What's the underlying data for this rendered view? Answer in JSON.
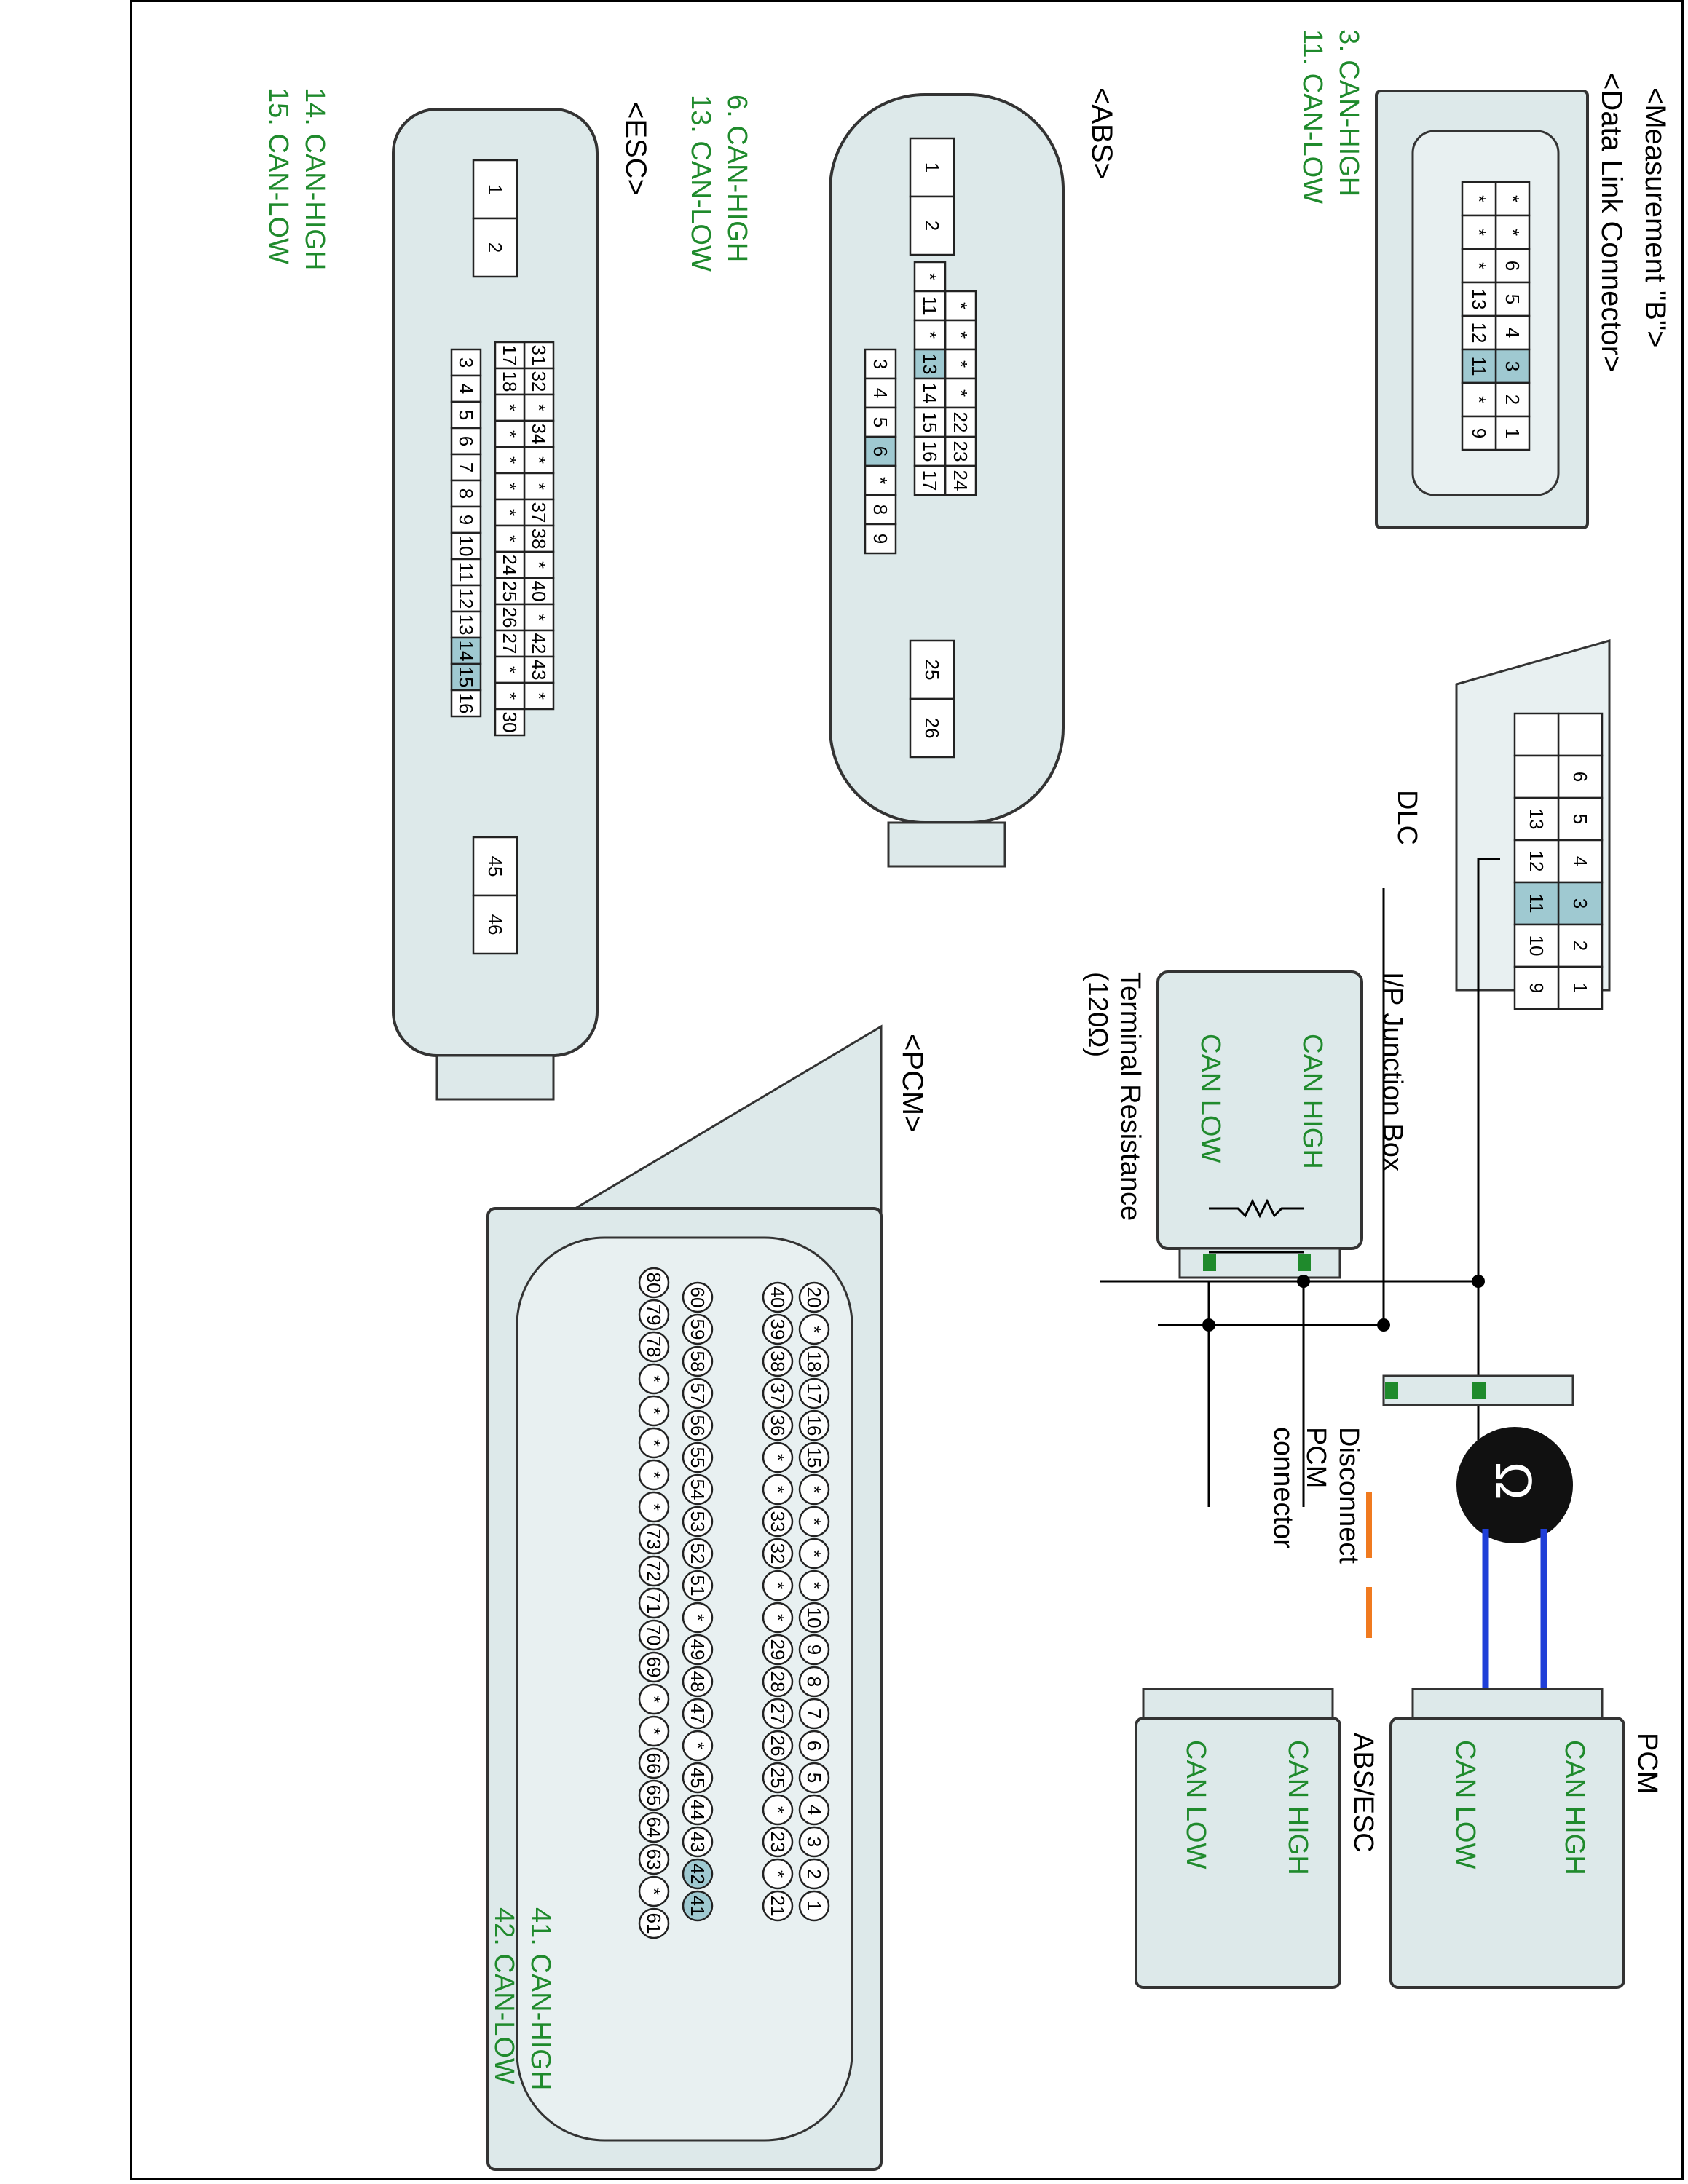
{
  "header": {
    "title": "<Measurement \"B\">"
  },
  "dlc_connector": {
    "title": "<Data Link Connector>",
    "pin_high": "3. CAN-HIGH",
    "pin_low": "11. CAN-LOW",
    "row_top": [
      "*",
      "*",
      "6",
      "5",
      "4",
      "3",
      "2",
      "1"
    ],
    "row_mid": [
      "*",
      "*",
      "*",
      "13",
      "12",
      "11",
      "*",
      "9"
    ],
    "highlighted": [
      "3",
      "11"
    ]
  },
  "abs_connector": {
    "title": "<ABS>",
    "pin_high": "6. CAN-HIGH",
    "pin_low": "13. CAN-LOW",
    "top_pins": [
      "1",
      "2"
    ],
    "row_a": [
      "*",
      "*",
      "*",
      "*",
      "22",
      "23",
      "24"
    ],
    "row_b": [
      "*",
      "11",
      "*",
      "13",
      "14",
      "15",
      "16",
      "17"
    ],
    "row_c": [
      "3",
      "4",
      "5",
      "6",
      "*",
      "8",
      "9"
    ],
    "pair": [
      "25",
      "26"
    ],
    "highlighted": [
      "6",
      "13"
    ]
  },
  "esc_connector": {
    "title": "<ESC>",
    "pin_high": "14. CAN-HIGH",
    "pin_low": "15. CAN-LOW",
    "top_pins": [
      "1",
      "2"
    ],
    "row_a": [
      "31",
      "32",
      "*",
      "34",
      "*",
      "*",
      "37",
      "38",
      "*",
      "40",
      "*",
      "42",
      "43",
      "*"
    ],
    "row_b": [
      "17",
      "18",
      "*",
      "*",
      "*",
      "*",
      "*",
      "*",
      "24",
      "25",
      "26",
      "27",
      "*",
      "*",
      "30"
    ],
    "row_c": [
      "3",
      "4",
      "5",
      "6",
      "7",
      "8",
      "9",
      "10",
      "11",
      "12",
      "13",
      "14",
      "15",
      "16"
    ],
    "pair": [
      "45",
      "46"
    ],
    "highlighted": [
      "14",
      "15"
    ]
  },
  "pcm_connector": {
    "title": "<PCM>",
    "pin_high": "41. CAN-HIGH",
    "pin_low": "42. CAN-LOW",
    "row1": [
      "20",
      "*",
      "18",
      "17",
      "16",
      "15",
      "*",
      "*",
      "*",
      "*",
      "10",
      "9",
      "8",
      "7",
      "6",
      "5",
      "4",
      "3",
      "2",
      "1"
    ],
    "row2": [
      "40",
      "39",
      "38",
      "37",
      "36",
      "*",
      "*",
      "33",
      "32",
      "*",
      "*",
      "29",
      "28",
      "27",
      "26",
      "25",
      "*",
      "23",
      "*",
      "21"
    ],
    "row3": [
      "60",
      "59",
      "58",
      "57",
      "56",
      "55",
      "54",
      "53",
      "52",
      "51",
      "*",
      "49",
      "48",
      "47",
      "*",
      "45",
      "44",
      "43",
      "42",
      "41"
    ],
    "row4": [
      "80",
      "79",
      "78",
      "*",
      "*",
      "*",
      "*",
      "*",
      "73",
      "72",
      "71",
      "70",
      "69",
      "*",
      "*",
      "66",
      "65",
      "64",
      "63",
      "*",
      "61"
    ],
    "highlighted": [
      "41",
      "42"
    ]
  },
  "schematic": {
    "dlc_label": "DLC",
    "dlc_row_top": [
      "",
      "6",
      "5",
      "4",
      "3",
      "2",
      "1"
    ],
    "dlc_row_bot": [
      "",
      "",
      "13",
      "12",
      "11",
      "10",
      "9"
    ],
    "junction_title": "I/P Junction Box",
    "junction_high": "CAN HIGH",
    "junction_low": "CAN LOW",
    "terminal_resistance": "Terminal Resistance",
    "terminal_value": "(120Ω)",
    "disconnect_lines": [
      "Disconnect",
      "PCM",
      "connector"
    ],
    "pcm_box_title": "PCM",
    "pcm_box_high": "CAN HIGH",
    "pcm_box_low": "CAN LOW",
    "abs_box_title": "ABS/ESC",
    "abs_box_high": "CAN HIGH",
    "abs_box_low": "CAN LOW",
    "meter_icon": "ohmmeter-icon"
  }
}
